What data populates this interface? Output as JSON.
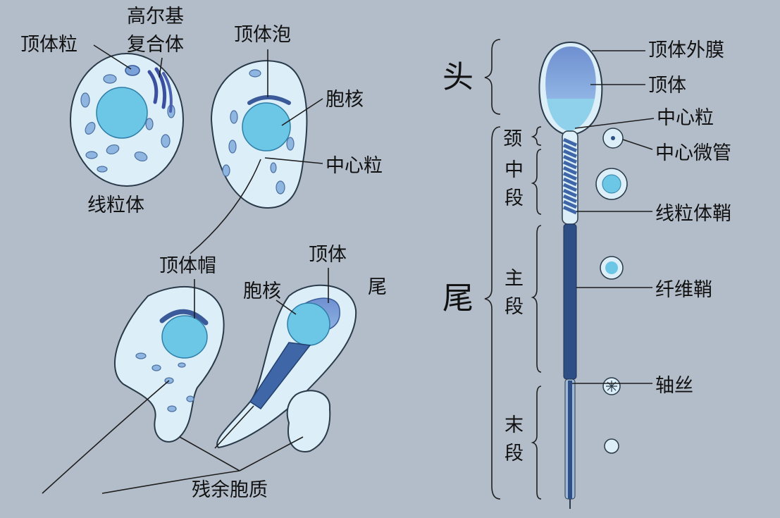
{
  "cell1": {
    "acrosomal_granule_label": "顶体粒",
    "golgi_label_line1": "高尔基",
    "golgi_label_line2": "复合体",
    "mitochondria_label": "线粒体"
  },
  "cell2": {
    "acrosomal_vesicle_label": "顶体泡",
    "nucleus_label": "胞核",
    "centriole_label": "中心粒"
  },
  "cell3": {
    "acrosomal_cap_label": "顶体帽"
  },
  "cell4": {
    "acrosome_label": "顶体",
    "nucleus_label": "胞核",
    "tail_label": "尾"
  },
  "residual_cytoplasm_label": "残余胞质",
  "sperm": {
    "head_label": "头",
    "tail_label": "尾",
    "neck_label": "颈",
    "middle_piece_label": [
      "中",
      "段"
    ],
    "principal_piece_label": [
      "主",
      "段"
    ],
    "end_piece_label": [
      "末",
      "段"
    ],
    "acrosome_membrane_label": "顶体外膜",
    "acrosome_label": "顶体",
    "centriole_label": "中心粒",
    "central_microtubule_label": "中心微管",
    "mitochondrial_sheath_label": "线粒体鞘",
    "fibrous_sheath_label": "纤维鞘",
    "axoneme_label": "轴丝"
  },
  "colors": {
    "background": "#b3bdc9",
    "cytoplasm": "#dceef7",
    "nucleus": "#6cc6e6",
    "acrosome": "#7aa2d8",
    "tail_dark": "#2e4f86"
  }
}
